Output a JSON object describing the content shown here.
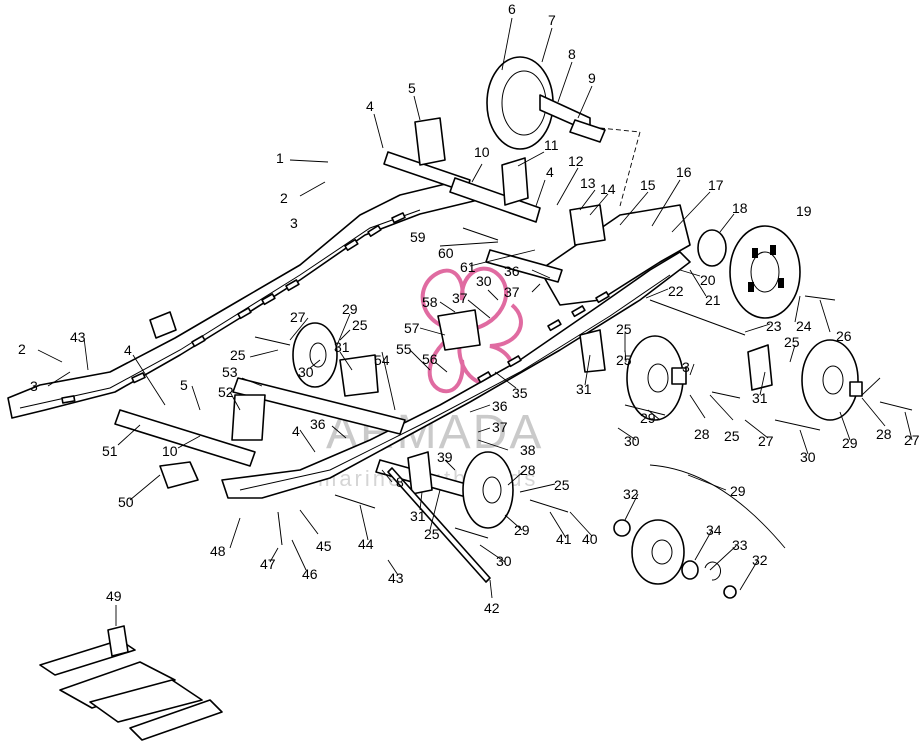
{
  "watermark": {
    "brand": "ARMADA",
    "tagline": "marine-outboards",
    "accent_color": "#d9478a"
  },
  "callouts": [
    {
      "id": "c6",
      "label": "6"
    },
    {
      "id": "c7",
      "label": "7"
    },
    {
      "id": "c8",
      "label": "8"
    },
    {
      "id": "c9",
      "label": "9"
    },
    {
      "id": "c4a",
      "label": "4"
    },
    {
      "id": "c5a",
      "label": "5"
    },
    {
      "id": "c1",
      "label": "1"
    },
    {
      "id": "c10a",
      "label": "10"
    },
    {
      "id": "c11",
      "label": "11"
    },
    {
      "id": "c12",
      "label": "12"
    },
    {
      "id": "c13",
      "label": "13"
    },
    {
      "id": "c14",
      "label": "14"
    },
    {
      "id": "c15",
      "label": "15"
    },
    {
      "id": "c16",
      "label": "16"
    },
    {
      "id": "c17",
      "label": "17"
    },
    {
      "id": "c18",
      "label": "18"
    },
    {
      "id": "c19",
      "label": "19"
    },
    {
      "id": "c2a",
      "label": "2"
    },
    {
      "id": "c3a",
      "label": "3"
    },
    {
      "id": "c4b",
      "label": "4"
    },
    {
      "id": "c59",
      "label": "59"
    },
    {
      "id": "c60",
      "label": "60"
    },
    {
      "id": "c61",
      "label": "61"
    },
    {
      "id": "c30a",
      "label": "30"
    },
    {
      "id": "c36a",
      "label": "36"
    },
    {
      "id": "c37a",
      "label": "37"
    },
    {
      "id": "c20",
      "label": "20"
    },
    {
      "id": "c22",
      "label": "22"
    },
    {
      "id": "c21",
      "label": "21"
    },
    {
      "id": "c58",
      "label": "58"
    },
    {
      "id": "c37b",
      "label": "37"
    },
    {
      "id": "c23",
      "label": "23"
    },
    {
      "id": "c24",
      "label": "24"
    },
    {
      "id": "c26",
      "label": "26"
    },
    {
      "id": "c27a",
      "label": "27"
    },
    {
      "id": "c29a",
      "label": "29"
    },
    {
      "id": "c25a",
      "label": "25"
    },
    {
      "id": "c57",
      "label": "57"
    },
    {
      "id": "c55",
      "label": "55"
    },
    {
      "id": "c56",
      "label": "56"
    },
    {
      "id": "c43a",
      "label": "43"
    },
    {
      "id": "c2b",
      "label": "2"
    },
    {
      "id": "c3b",
      "label": "3"
    },
    {
      "id": "c25b",
      "label": "25"
    },
    {
      "id": "c30b",
      "label": "30"
    },
    {
      "id": "c31a",
      "label": "31"
    },
    {
      "id": "c54",
      "label": "54"
    },
    {
      "id": "c25c",
      "label": "25"
    },
    {
      "id": "c3c",
      "label": "3"
    },
    {
      "id": "c25d",
      "label": "25"
    },
    {
      "id": "c4c",
      "label": "4"
    },
    {
      "id": "c53",
      "label": "53"
    },
    {
      "id": "c5b",
      "label": "5"
    },
    {
      "id": "c52",
      "label": "52"
    },
    {
      "id": "c35",
      "label": "35"
    },
    {
      "id": "c31b",
      "label": "31"
    },
    {
      "id": "c31c",
      "label": "31"
    },
    {
      "id": "c25e",
      "label": "25"
    },
    {
      "id": "c36b",
      "label": "36"
    },
    {
      "id": "c37c",
      "label": "37"
    },
    {
      "id": "c29b",
      "label": "29"
    },
    {
      "id": "c28a",
      "label": "28"
    },
    {
      "id": "c25f",
      "label": "25"
    },
    {
      "id": "c27b",
      "label": "27"
    },
    {
      "id": "c29c",
      "label": "29"
    },
    {
      "id": "c28b",
      "label": "28"
    },
    {
      "id": "c27c",
      "label": "27"
    },
    {
      "id": "c51",
      "label": "51"
    },
    {
      "id": "c10b",
      "label": "10"
    },
    {
      "id": "c4d",
      "label": "4"
    },
    {
      "id": "c36c",
      "label": "36"
    },
    {
      "id": "c38",
      "label": "38"
    },
    {
      "id": "c30c",
      "label": "30"
    },
    {
      "id": "c30d",
      "label": "30"
    },
    {
      "id": "c39",
      "label": "39"
    },
    {
      "id": "c28c",
      "label": "28"
    },
    {
      "id": "c25g",
      "label": "25"
    },
    {
      "id": "c50",
      "label": "50"
    },
    {
      "id": "c8b",
      "label": "8"
    },
    {
      "id": "c31d",
      "label": "31"
    },
    {
      "id": "c29d",
      "label": "29"
    },
    {
      "id": "c25h",
      "label": "25"
    },
    {
      "id": "c41",
      "label": "41"
    },
    {
      "id": "c40",
      "label": "40"
    },
    {
      "id": "c29e",
      "label": "29"
    },
    {
      "id": "c32a",
      "label": "32"
    },
    {
      "id": "c34",
      "label": "34"
    },
    {
      "id": "c44",
      "label": "44"
    },
    {
      "id": "c45",
      "label": "45"
    },
    {
      "id": "c48",
      "label": "48"
    },
    {
      "id": "c47",
      "label": "47"
    },
    {
      "id": "c46",
      "label": "46"
    },
    {
      "id": "c43b",
      "label": "43"
    },
    {
      "id": "c30e",
      "label": "30"
    },
    {
      "id": "c33",
      "label": "33"
    },
    {
      "id": "c32b",
      "label": "32"
    },
    {
      "id": "c42",
      "label": "42"
    },
    {
      "id": "c49",
      "label": "49"
    }
  ]
}
